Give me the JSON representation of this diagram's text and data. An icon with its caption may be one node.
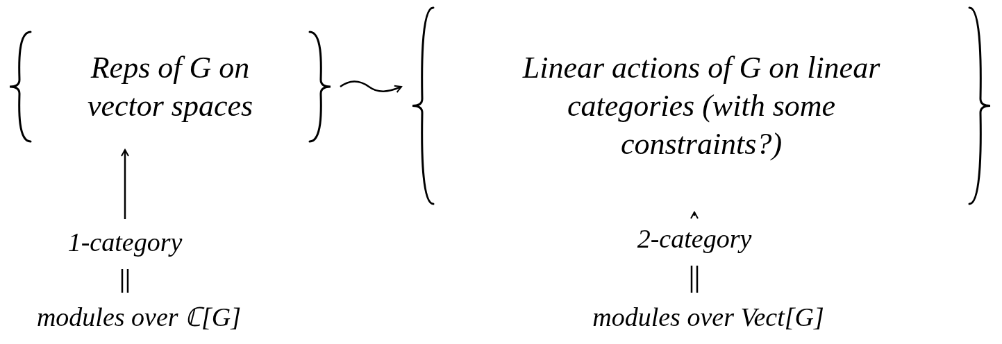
{
  "diagram": {
    "nodes": [
      {
        "text": [
          "Reps of G on vector spaces"
        ]
      },
      {
        "text": [
          "Linear actions of G on linear categories (with some constraints?)"
        ]
      },
      {
        "text": [
          "1-category"
        ]
      },
      {
        "text": [
          "modules over ℂ[G]"
        ]
      },
      {
        "text": [
          "2-category"
        ]
      },
      {
        "text": [
          "modules over Vect[G]"
        ]
      }
    ],
    "edges": [
      {
        "from": 0,
        "to": 1,
        "arrow": "to"
      },
      {
        "from": 2,
        "to": 0,
        "arrow": "to"
      },
      {
        "from": 3,
        "to": 2,
        "arrow": "none"
      },
      {
        "from": 4,
        "to": 1,
        "arrow": "to"
      },
      {
        "from": 5,
        "to": 4,
        "arrow": "none"
      }
    ]
  }
}
